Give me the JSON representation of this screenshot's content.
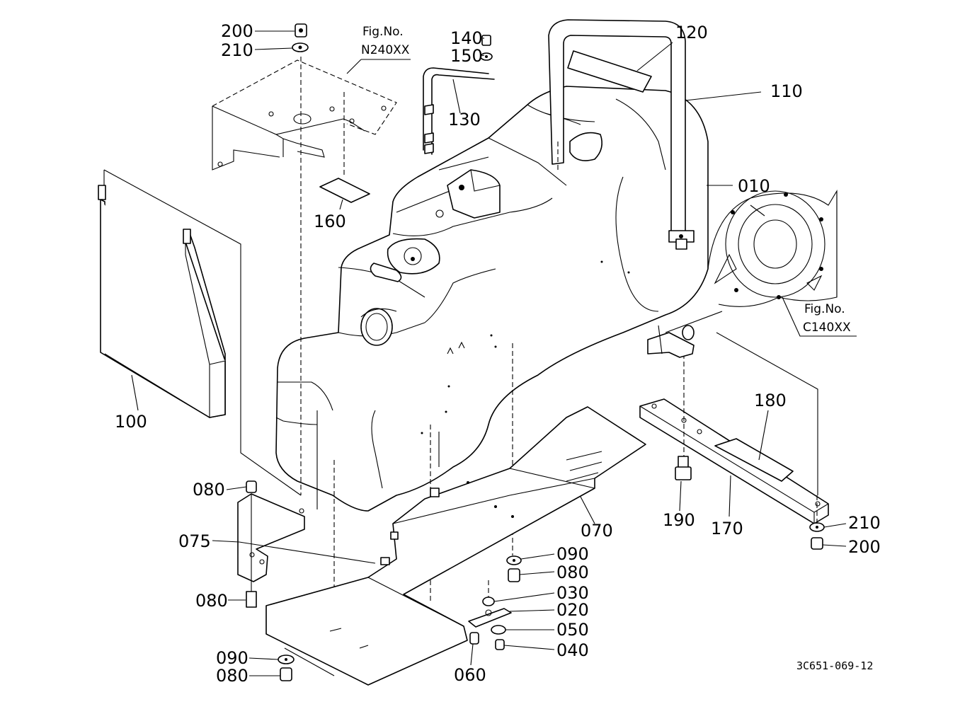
{
  "callouts": {
    "c200a": "200",
    "c210a": "210",
    "c140": "140",
    "c150": "150",
    "c130": "130",
    "c120": "120",
    "c110": "110",
    "c010": "010",
    "c160": "160",
    "c100": "100",
    "c180": "180",
    "c190": "190",
    "c170": "170",
    "c210b": "210",
    "c200b": "200",
    "c080a": "080",
    "c075": "075",
    "c080b": "080",
    "c070": "070",
    "c090a": "090",
    "c080c": "080",
    "c030": "030",
    "c020": "020",
    "c050": "050",
    "c040": "040",
    "c060": "060",
    "c090b": "090",
    "c080d": "080"
  },
  "refs": {
    "top_label": "Fig.No.",
    "top_code": "N240XX",
    "right_label": "Fig.No.",
    "right_code": "C140XX"
  },
  "drawing_code": "3C651-069-12"
}
